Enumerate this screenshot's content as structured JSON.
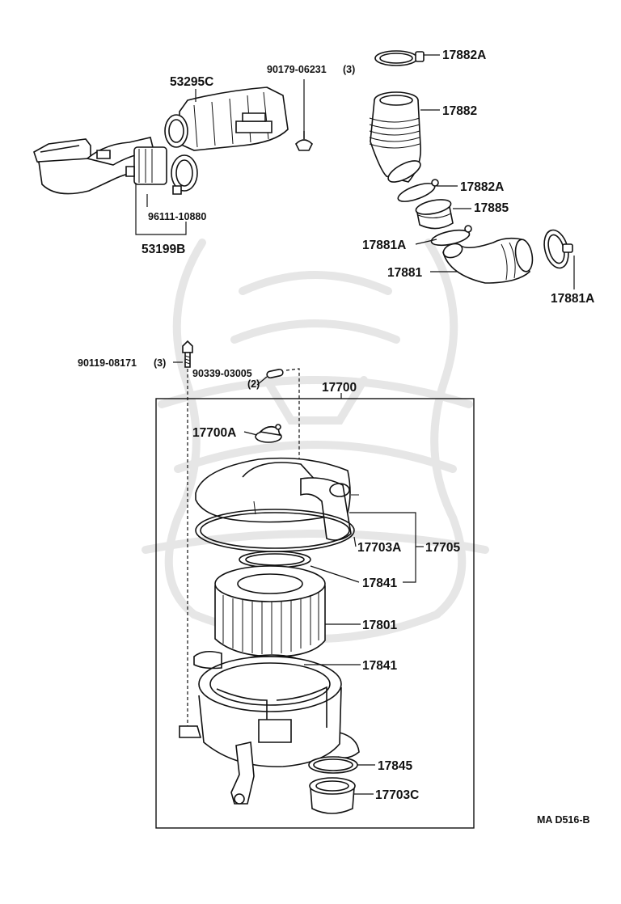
{
  "diagram": {
    "watermark_icon": "samurai-helmet-emblem",
    "labels": {
      "p17882A_top": "17882A",
      "p17882": "17882",
      "p17882A_mid": "17882A",
      "p17885": "17885",
      "p17881A_left": "17881A",
      "p17881": "17881",
      "p17881A_right": "17881A",
      "p53295C": "53295C",
      "p90179": "90179-06231",
      "p90179_qty": "(3)",
      "p96111": "96111-10880",
      "p53199B": "53199B",
      "p90119": "90119-08171",
      "p90119_qty": "(3)",
      "p90339": "90339-03005",
      "p90339_qty": "(2)",
      "p17700": "17700",
      "p17700A": "17700A",
      "p17703A": "17703A",
      "p17705": "17705",
      "p17841_upper": "17841",
      "p17801": "17801",
      "p17841_lower": "17841",
      "p17845": "17845",
      "p17703C": "17703C",
      "diagram_code": "MA D516-B"
    }
  }
}
